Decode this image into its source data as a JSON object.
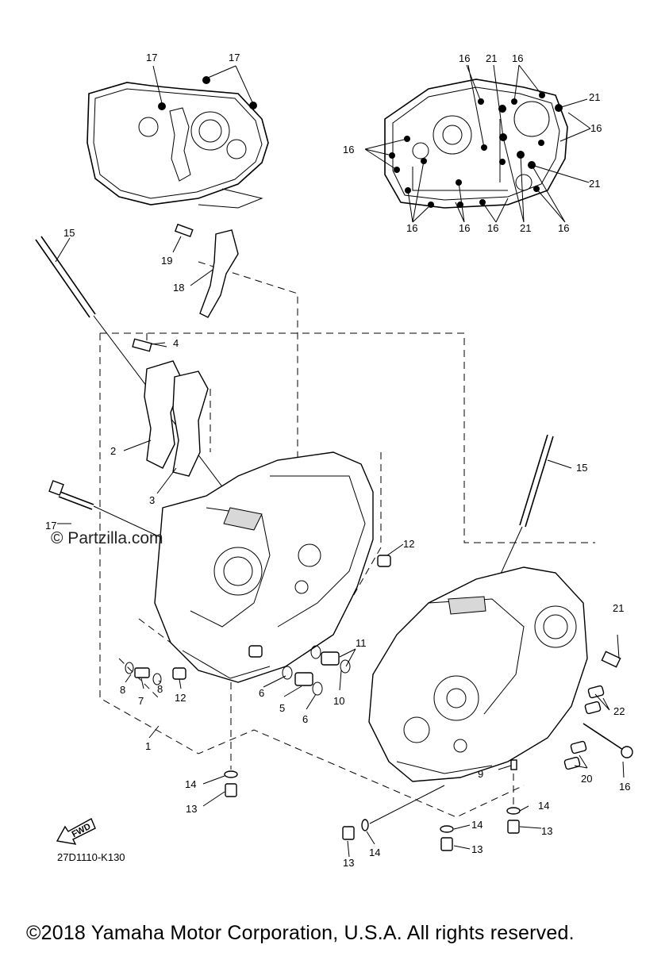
{
  "diagram": {
    "callouts": [
      {
        "id": "c17a",
        "text": "17"
      },
      {
        "id": "c17b",
        "text": "17"
      },
      {
        "id": "c16a",
        "text": "16"
      },
      {
        "id": "c21a",
        "text": "21"
      },
      {
        "id": "c16b",
        "text": "16"
      },
      {
        "id": "c21b",
        "text": "21"
      },
      {
        "id": "c16c",
        "text": "16"
      },
      {
        "id": "c16d",
        "text": "16"
      },
      {
        "id": "c21c",
        "text": "21"
      },
      {
        "id": "c16e",
        "text": "16"
      },
      {
        "id": "c16f",
        "text": "16"
      },
      {
        "id": "c16g",
        "text": "16"
      },
      {
        "id": "c21d",
        "text": "21"
      },
      {
        "id": "c16h",
        "text": "16"
      },
      {
        "id": "c15a",
        "text": "15"
      },
      {
        "id": "c19",
        "text": "19"
      },
      {
        "id": "c18",
        "text": "18"
      },
      {
        "id": "c4",
        "text": "4"
      },
      {
        "id": "c2",
        "text": "2"
      },
      {
        "id": "c3",
        "text": "3"
      },
      {
        "id": "c15b",
        "text": "15"
      },
      {
        "id": "c17c",
        "text": "17"
      },
      {
        "id": "c12a",
        "text": "12"
      },
      {
        "id": "c11",
        "text": "11"
      },
      {
        "id": "c21e",
        "text": "21"
      },
      {
        "id": "c8a",
        "text": "8"
      },
      {
        "id": "c7",
        "text": "7"
      },
      {
        "id": "c8b",
        "text": "8"
      },
      {
        "id": "c12b",
        "text": "12"
      },
      {
        "id": "c6a",
        "text": "6"
      },
      {
        "id": "c5",
        "text": "5"
      },
      {
        "id": "c6b",
        "text": "6"
      },
      {
        "id": "c10",
        "text": "10"
      },
      {
        "id": "c22",
        "text": "22"
      },
      {
        "id": "c1",
        "text": "1"
      },
      {
        "id": "c20",
        "text": "20"
      },
      {
        "id": "c16i",
        "text": "16"
      },
      {
        "id": "c9",
        "text": "9"
      },
      {
        "id": "c14a",
        "text": "14"
      },
      {
        "id": "c13a",
        "text": "13"
      },
      {
        "id": "c14b",
        "text": "14"
      },
      {
        "id": "c13b",
        "text": "13"
      },
      {
        "id": "c14c",
        "text": "14"
      },
      {
        "id": "c13c",
        "text": "13"
      },
      {
        "id": "c13d",
        "text": "13"
      },
      {
        "id": "c14d",
        "text": "14"
      }
    ],
    "fwd_label": "FWD",
    "watermark": "© Partzilla.com",
    "part_code": "27D1110-K130",
    "copyright": "©2018 Yamaha Motor Corporation, U.S.A. All rights reserved."
  }
}
